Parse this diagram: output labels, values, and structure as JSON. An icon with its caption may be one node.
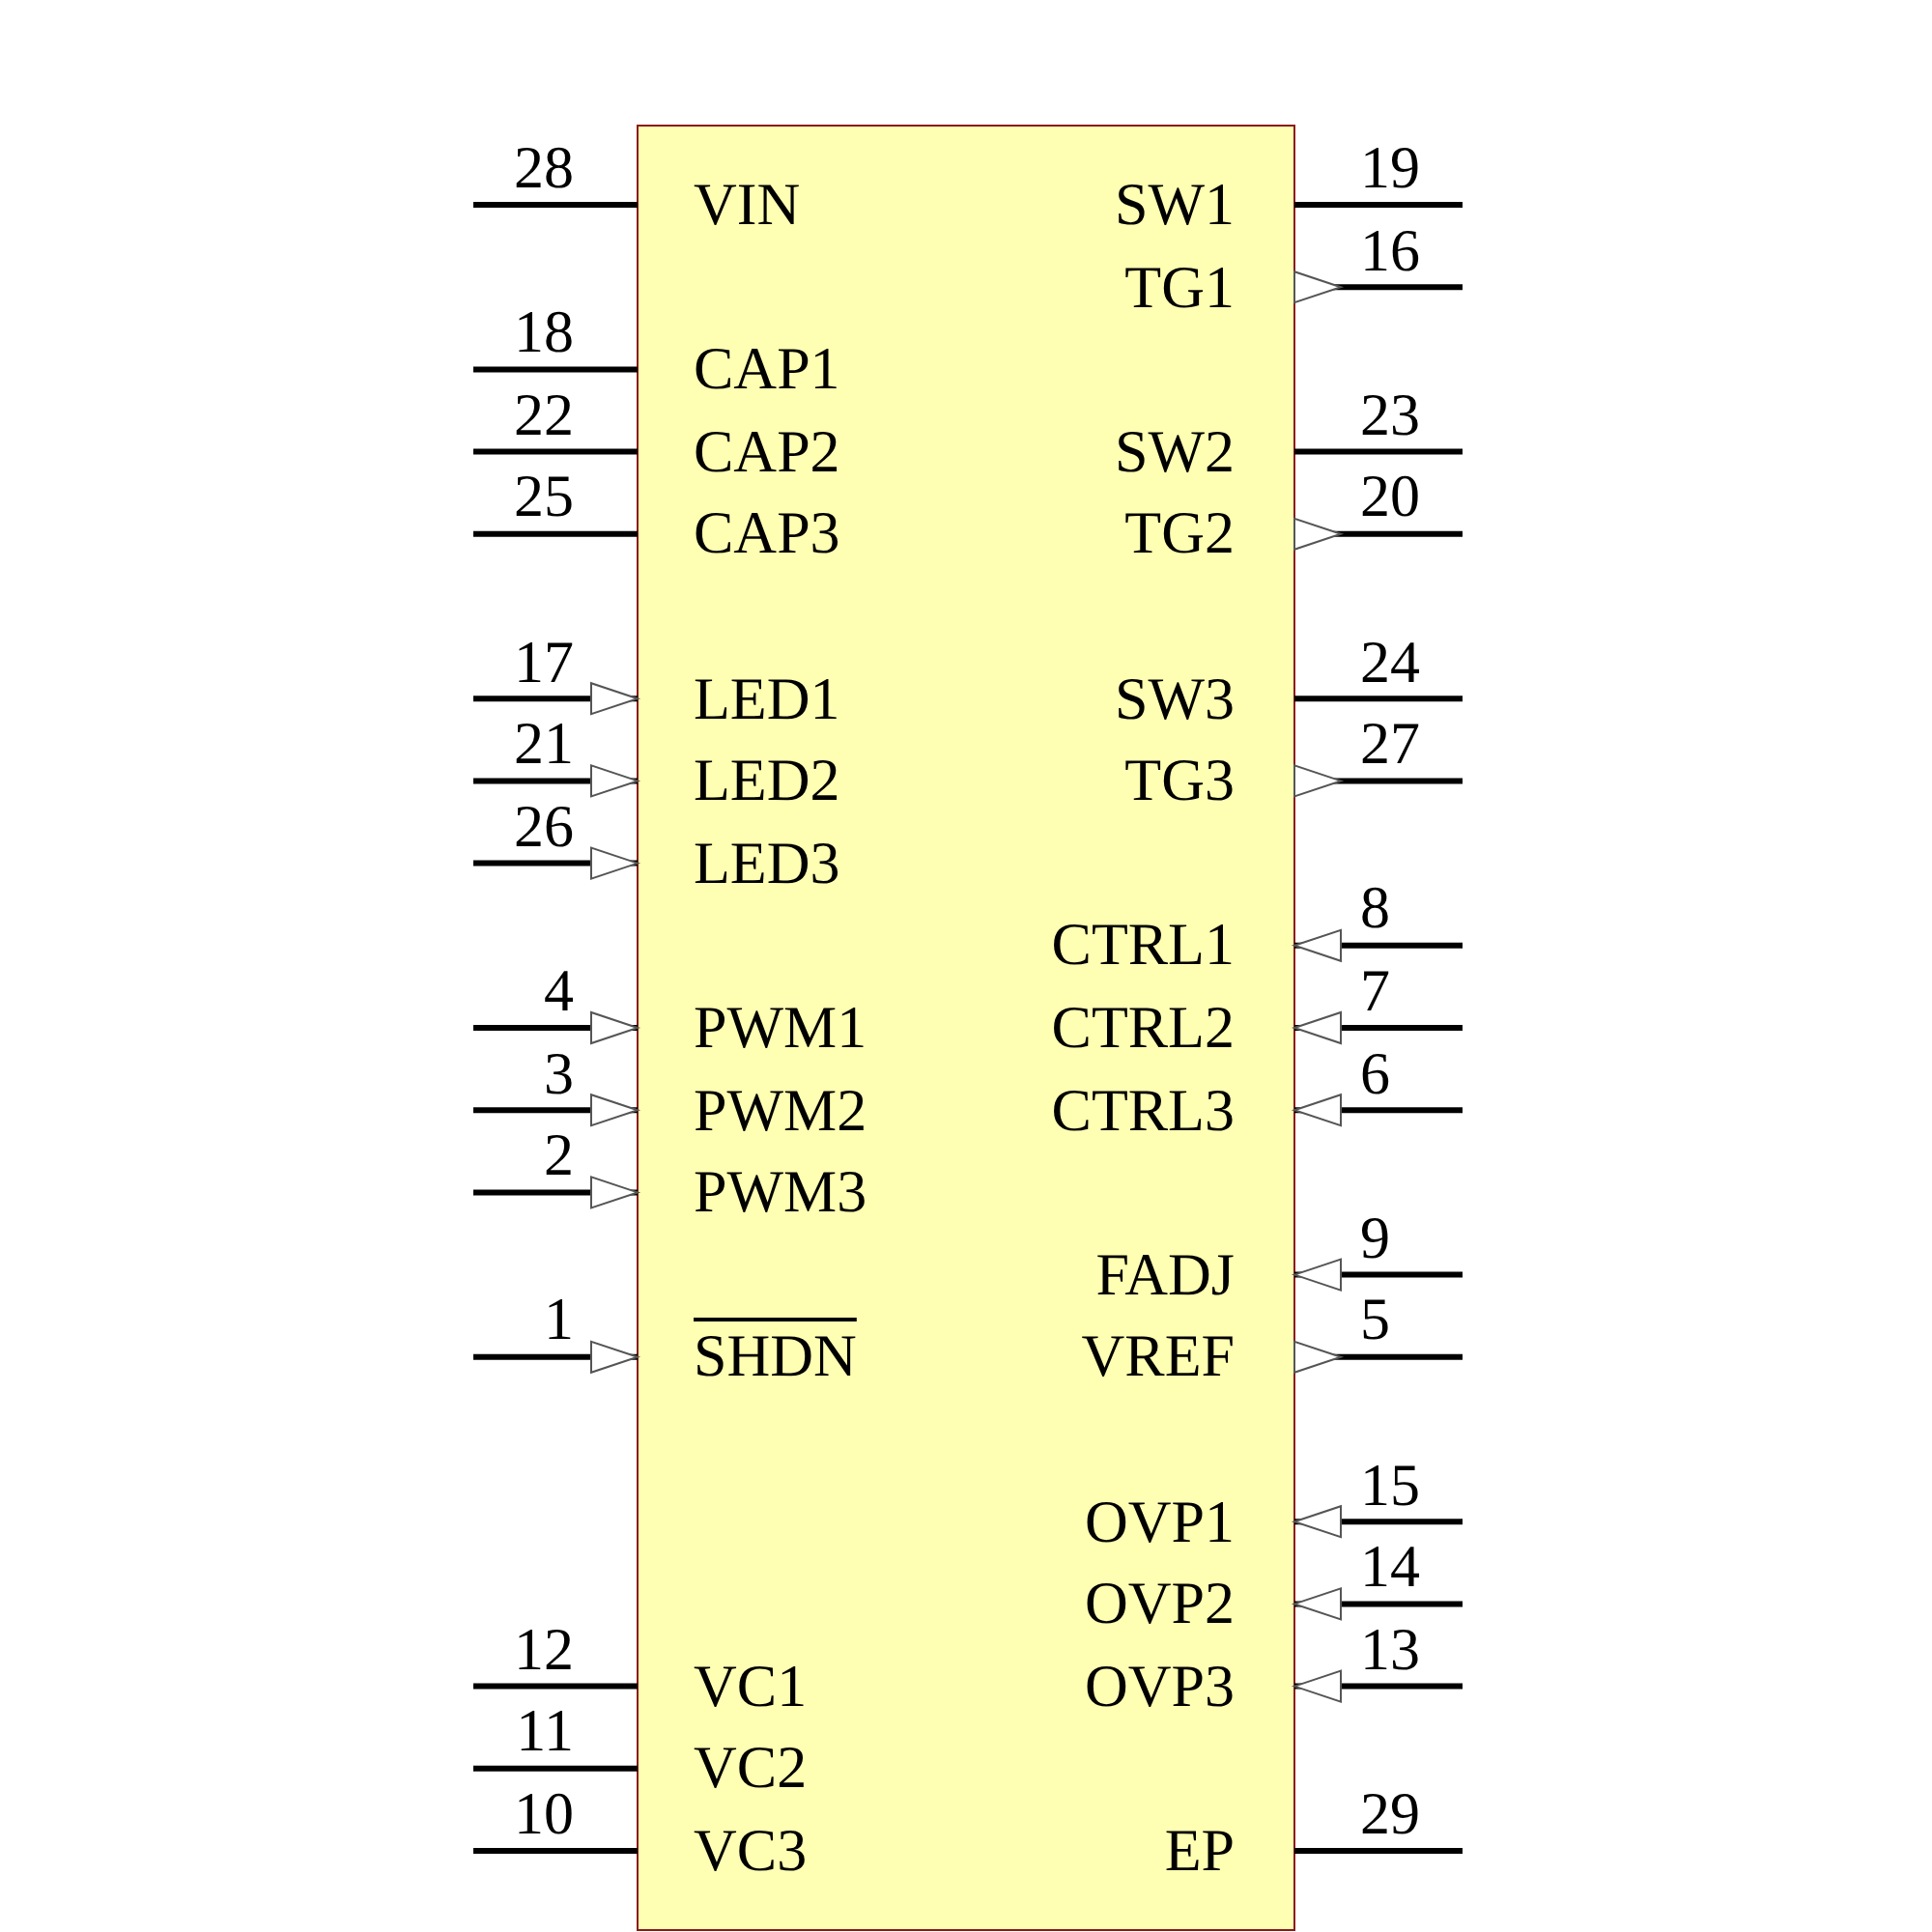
{
  "diagram": {
    "labels": [
      "28",
      "VIN",
      "SW1",
      "19",
      "TG1",
      "16",
      "18",
      "CAP1",
      "22",
      "CAP2",
      "SW2",
      "23",
      "25",
      "CAP3",
      "TG2",
      "20",
      "17",
      "LED1",
      "SW3",
      "24",
      "21",
      "LED2",
      "TG3",
      "27",
      "26",
      "LED3",
      "CTRL1",
      "8",
      "4",
      "PWM1",
      "CTRL2",
      "7",
      "3",
      "PWM2",
      "CTRL3",
      "6",
      "2",
      "PWM3",
      "FADJ",
      "9",
      "1",
      "SHDN",
      "VREF",
      "5",
      "OVP1",
      "15",
      "OVP2",
      "14",
      "12",
      "VC1",
      "OVP3",
      "13",
      "11",
      "VC2",
      "10",
      "VC3",
      "EP",
      "29"
    ]
  }
}
